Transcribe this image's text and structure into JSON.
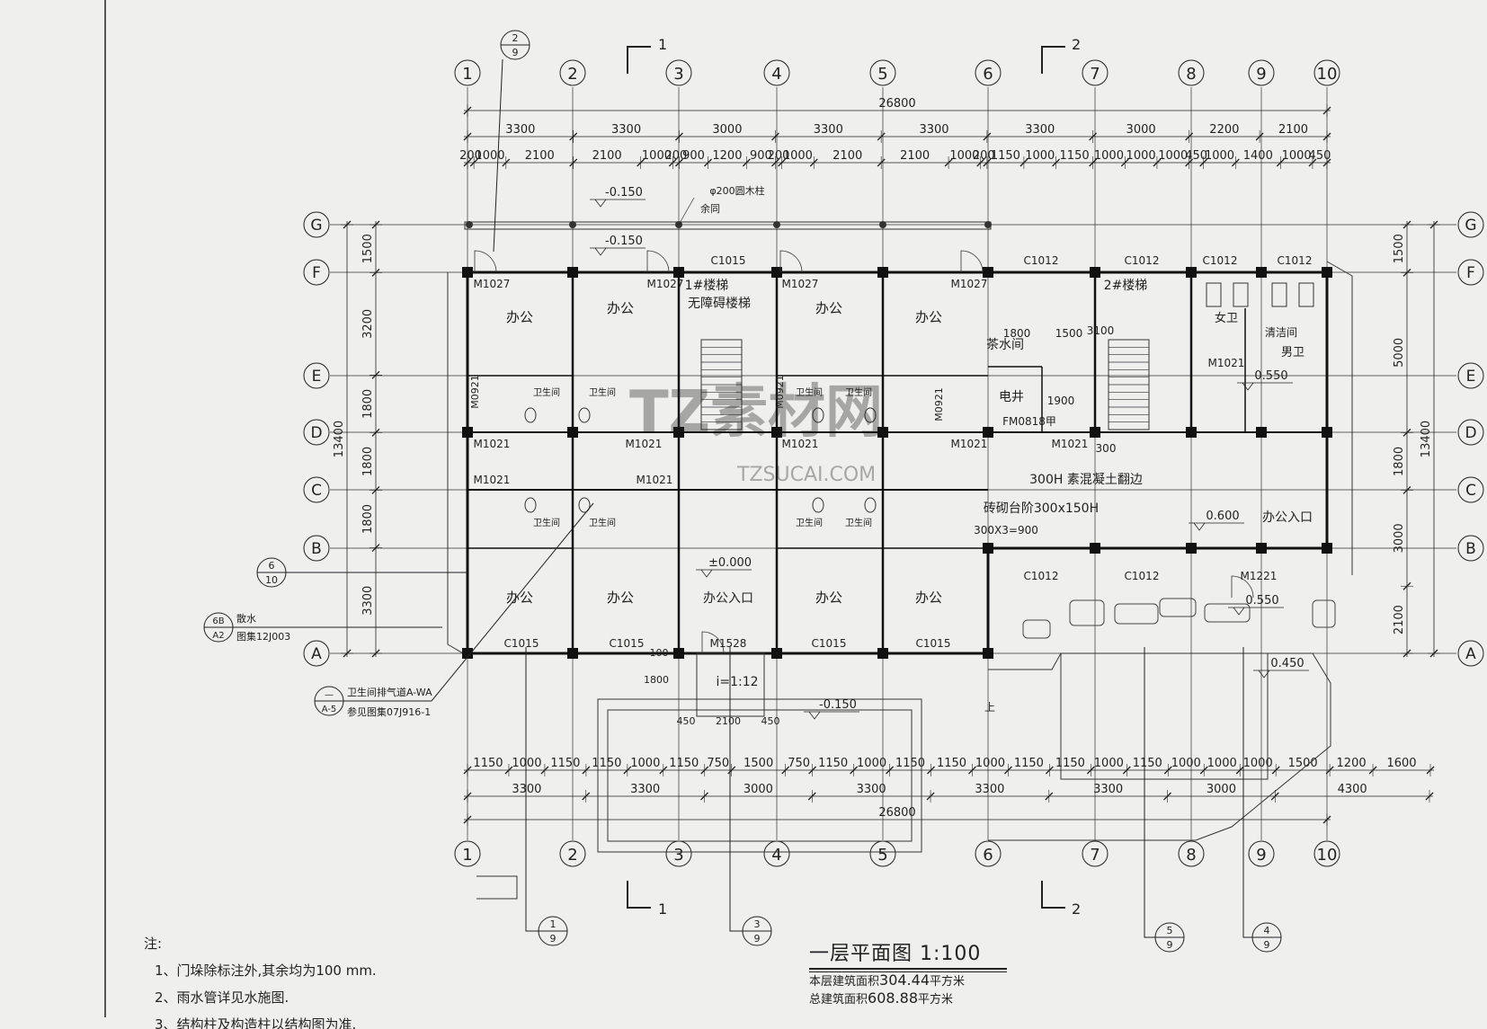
{
  "axis_labels_x": [
    "1",
    "2",
    "3",
    "4",
    "5",
    "6",
    "7",
    "8",
    "9",
    "10"
  ],
  "axis_labels_y": [
    "G",
    "F",
    "E",
    "D",
    "C",
    "B",
    "A"
  ],
  "section_marks": {
    "s1": "1",
    "s2": "2"
  },
  "detail_refs": {
    "top": {
      "num": "2",
      "sheet": "9"
    },
    "bottom_a": {
      "num": "1",
      "sheet": "9"
    },
    "bottom_b": {
      "num": "3",
      "sheet": "9"
    },
    "bottom_c": {
      "num": "5",
      "sheet": "9"
    },
    "bottom_d": {
      "num": "4",
      "sheet": "9"
    },
    "left": {
      "num": "6",
      "sheet": "10"
    },
    "apron": {
      "num": "6B",
      "sheet": "A2"
    },
    "vent": {
      "num": "—",
      "sheet": "A-5"
    }
  },
  "dims_top_total": "26800",
  "dims_top_bays": [
    "3300",
    "3300",
    "3000",
    "3300",
    "3300",
    "3300",
    "3000",
    "2200",
    "2100"
  ],
  "dims_top_detail": [
    "200",
    "1000",
    "2100",
    "2100",
    "1000",
    "200",
    "900",
    "1200",
    "900",
    "200",
    "1000",
    "2100",
    "2100",
    "1000",
    "200",
    "1150",
    "1000",
    "1150",
    "1000",
    "1000",
    "1000",
    "450",
    "1000",
    "1400",
    "1000",
    "450"
  ],
  "dims_bottom_total": "26800",
  "dims_bottom_bays": [
    "3300",
    "3300",
    "3000",
    "3300",
    "3300",
    "3300",
    "3000",
    "4300"
  ],
  "dims_bottom_detail": [
    "1150",
    "1000",
    "1150",
    "1150",
    "1000",
    "1150",
    "750",
    "1500",
    "750",
    "1150",
    "1000",
    "1150",
    "1150",
    "1000",
    "1150",
    "1150",
    "1000",
    "1150",
    "1000",
    "1000",
    "1000",
    "1500",
    "1200",
    "1600"
  ],
  "dims_left_total": "13400",
  "dims_left": [
    "1500",
    "3200",
    "1800",
    "1800",
    "1800",
    "3300"
  ],
  "dims_right_total": "13400",
  "dims_right": [
    "1500",
    "5000",
    "1800",
    "3000",
    "2100"
  ],
  "rooms": {
    "office": "办公",
    "stair1": "1#楼梯",
    "stair1_sub": "无障碍楼梯",
    "tea": "茶水间",
    "elec": "电井",
    "stair2": "2#楼梯",
    "women": "女卫",
    "cleaner": "清洁间",
    "men": "男卫",
    "entrance": "办公入口",
    "wc": "卫生间"
  },
  "tags": {
    "m1027": "M1027",
    "m1021": "M1021",
    "m0921": "M0921",
    "m0921b": "M0921",
    "c1015": "C1015",
    "c1012": "C1012",
    "m1528": "M1528",
    "m1221": "M1221",
    "fm": "FM0818甲"
  },
  "elevations": {
    "e1": "-0.150",
    "e2": "-0.150",
    "e3": "±0.000",
    "e4": "-0.150",
    "e5": "0.600",
    "e6": "0.550",
    "e7": "0.550",
    "e8": "0.450"
  },
  "annotations": {
    "column": "φ200圆木柱",
    "column_sub": "余同",
    "slope": "i=1:12",
    "ramp_note": "300H 素混凝土翻边",
    "step_note": "砖砌台阶300x150H",
    "step_dim": "300X3=900",
    "apron": "散水",
    "apron_ref": "图集12J003",
    "vent": "卫生间排气道A-WA",
    "vent_ref": "参见图集07J916-1",
    "up": "上",
    "d1800": "1800",
    "d1500": "1500",
    "d3100": "3100",
    "d1900": "1900",
    "d300": "300",
    "ramp_dims": [
      "450",
      "2100",
      "450"
    ],
    "d1800b": "1800",
    "d100": "100"
  },
  "title": {
    "name": "一层平面图",
    "scale": "1:100",
    "area_label": "本层建筑面积",
    "area_value": "304.44",
    "area_unit": "平方米",
    "total_label": "总建筑面积",
    "total_value": "608.88",
    "total_unit": "平方米"
  },
  "notes": {
    "heading": "注:",
    "items": [
      "1、门垛除标注外,其余均为100 mm.",
      "2、雨水管详见水施图.",
      "3、结构柱及构造柱以结构图为准."
    ]
  },
  "watermark": {
    "big": "TZ素材网",
    "small": "TZSUCAI.COM"
  }
}
